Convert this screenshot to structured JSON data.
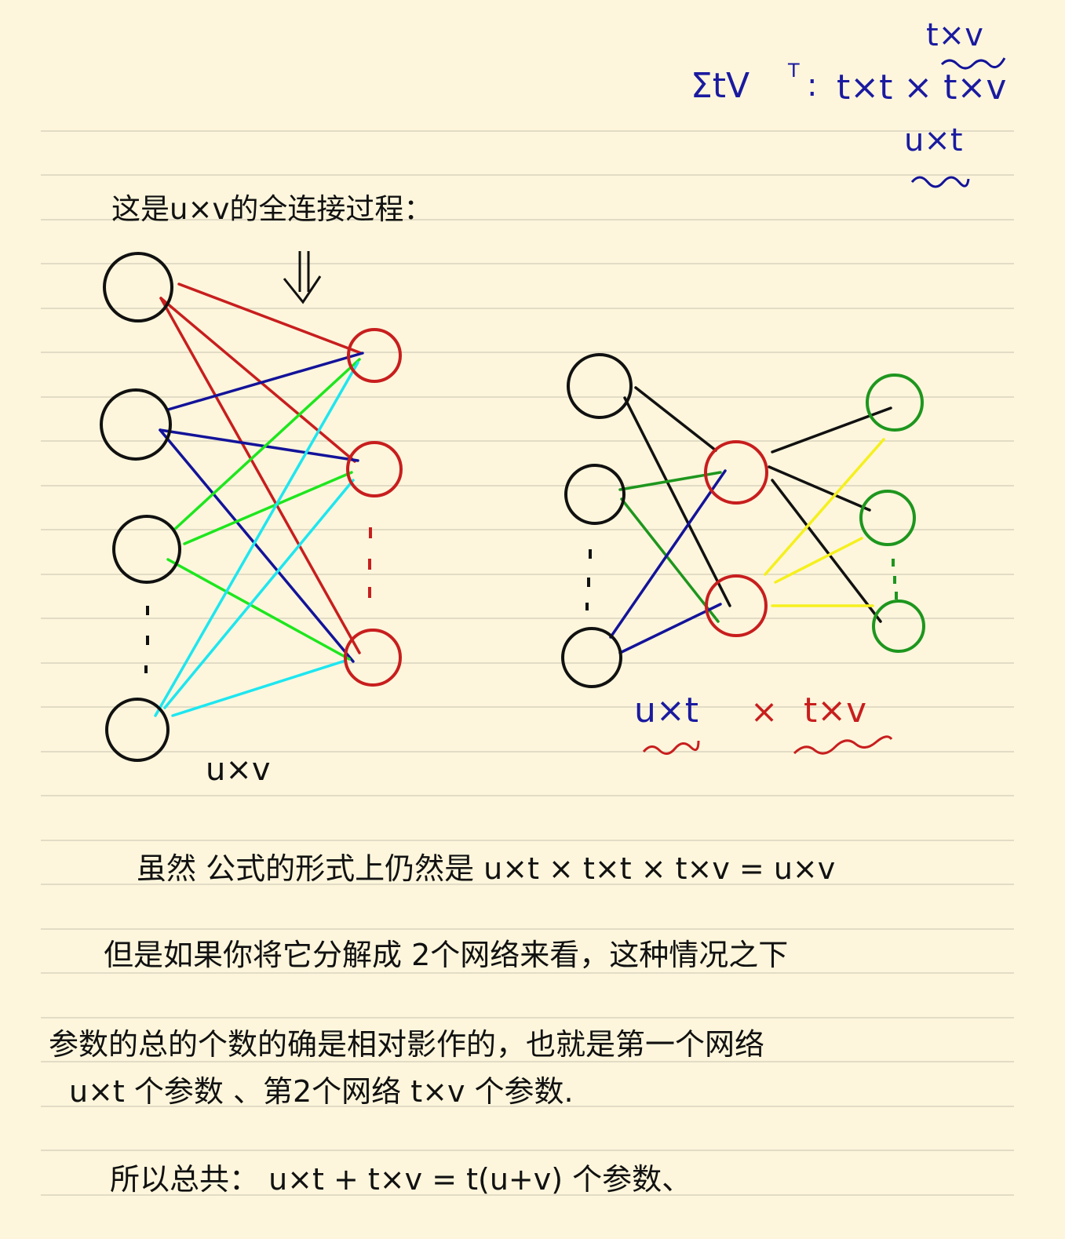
{
  "formula": {
    "label": "ΣtV",
    "sup": "T",
    "colon": ":",
    "expr": "t×t × t×v",
    "top_annotation": "t×v",
    "bottom_annotation": "u×t"
  },
  "heading": "这是u×v的全连接过程：",
  "left_network": {
    "size_label": "u×v"
  },
  "right_network": {
    "left_label": "u×t",
    "times": "×",
    "right_label": "t×v"
  },
  "paragraph": {
    "line1": "虽然 公式的形式上仍然是 u×t × t×t × t×v = u×v",
    "line2": "但是如果你将它分解成 2个网络来看，这种情况之下",
    "line3": "参数的总的个数的确是相对影作的，也就是第一个网络",
    "line4": "u×t 个参数 、第2个网络 t×v 个参数.",
    "line5": "所以总共：   u×t + t×v = t(u+v) 个参数、"
  },
  "colors": {
    "paper": "#fdf6dc",
    "rule": "#d9d3bf",
    "red": "#c81e1e",
    "darkblue": "#13139a",
    "green": "#1ee61e",
    "cyan": "#1ee6f0",
    "darkgreen": "#1e961e",
    "yellow": "#f5f01e",
    "black": "#111111"
  }
}
